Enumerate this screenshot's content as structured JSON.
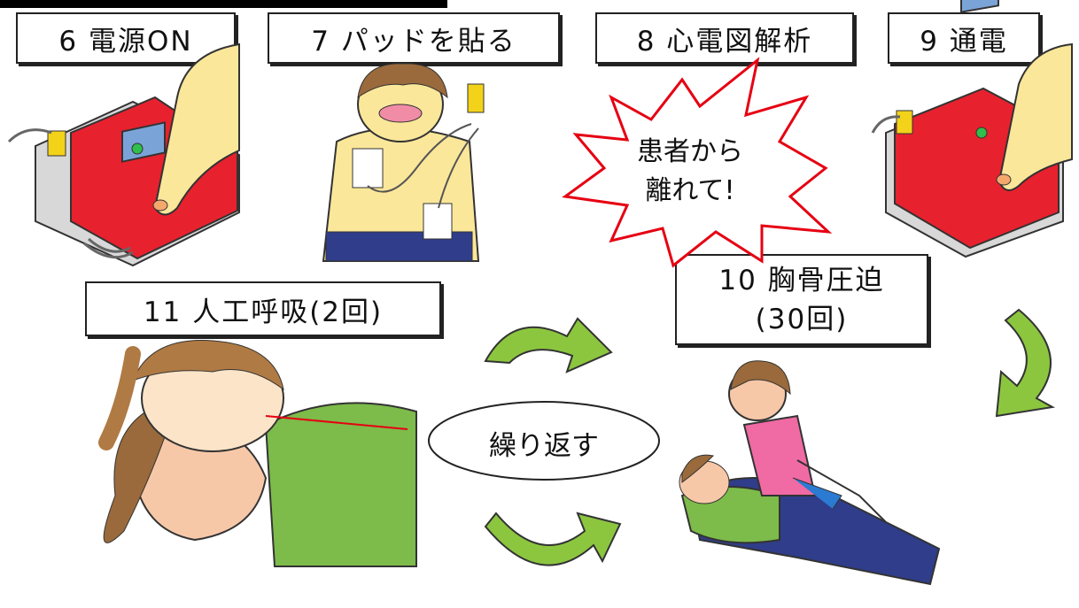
{
  "steps": {
    "s6": "6 電源ON",
    "s7": "7 パッドを貼る",
    "s8": "8 心電図解析",
    "s9": "9 通電",
    "s10_line1": "10 胸骨圧迫",
    "s10_line2": "(30回)",
    "s11": "11 人工呼吸(2回)"
  },
  "callout": {
    "line1": "患者から",
    "line2": "離れて!"
  },
  "repeat_label": "繰り返す",
  "colors": {
    "arrow_green": "#8cc63f",
    "aed_red": "#e8212e",
    "callout_red": "#e60012",
    "skin": "#f9e6a8",
    "hair": "#9a6a3c"
  },
  "icons": [
    "aed-device-icon",
    "pointing-finger-icon",
    "electrode-pads-icon",
    "curved-arrow-icon",
    "cpr-illustration-icon",
    "rescue-breathing-illustration-icon"
  ]
}
